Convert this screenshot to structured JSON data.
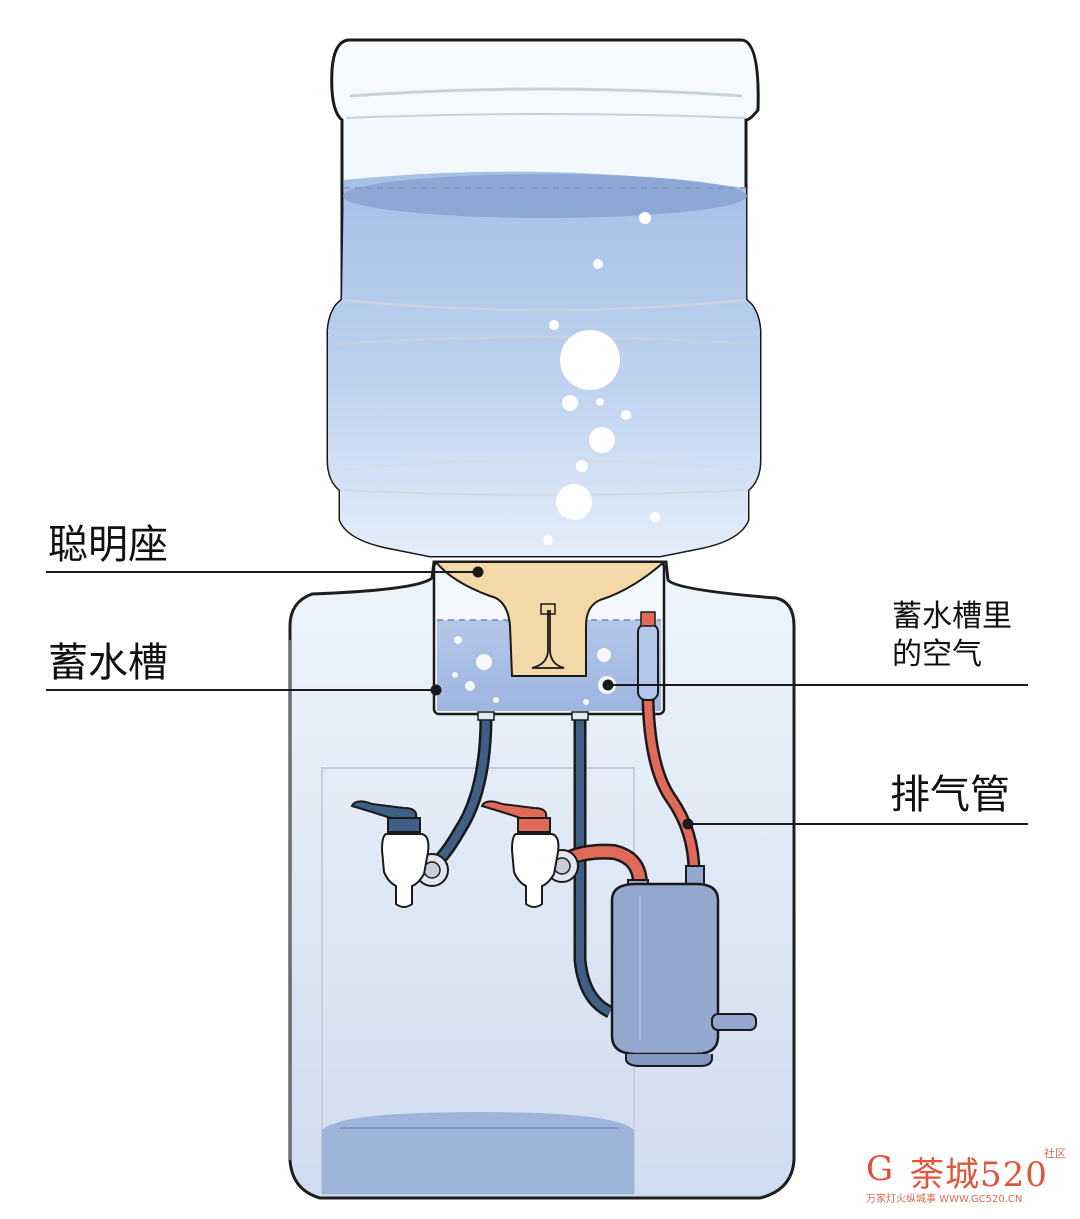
{
  "labels": {
    "smart_seat": "聪明座",
    "reservoir": "蓄水槽",
    "air_line1": "蓄水槽里",
    "air_line2": "的空气",
    "vent_pipe": "排气管"
  },
  "watermark": {
    "logo": "G",
    "brand": "荼城520",
    "side": "社区",
    "sub": "万家灯火纵城事 WWW.GC520.CN"
  },
  "colors": {
    "outline": "#1a1a1a",
    "water": "#a9c1e6",
    "water_deep": "#8ea8d6",
    "seat": "#f3d9a8",
    "cold_pipe": "#3f5f86",
    "hot_pipe": "#e06a5a",
    "tank": "#94a8cf"
  }
}
